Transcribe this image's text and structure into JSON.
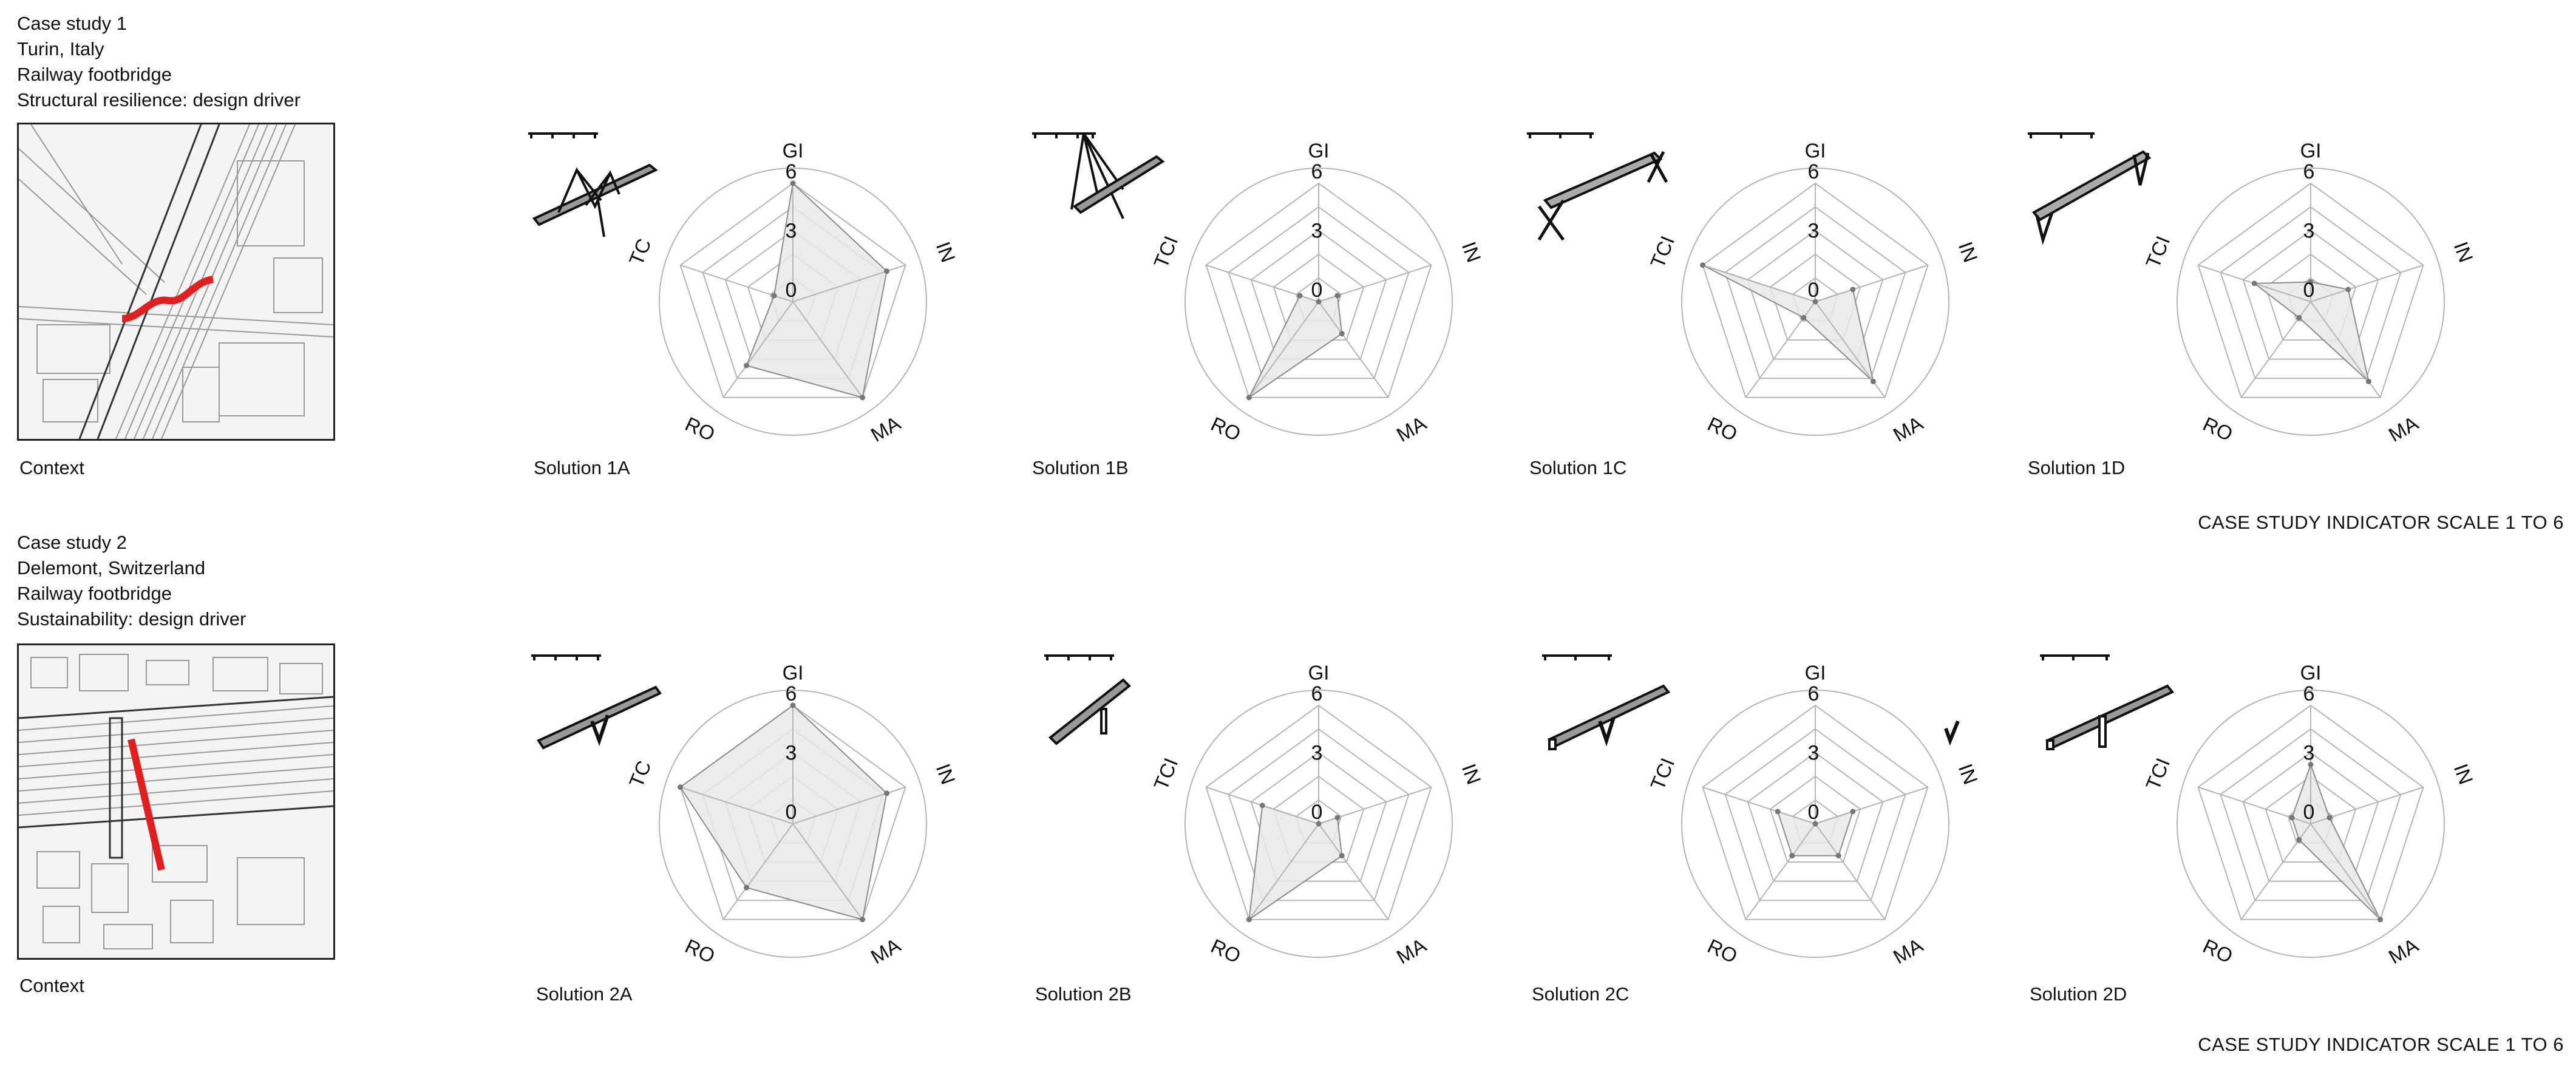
{
  "case_studies": [
    {
      "lines": [
        "Case study 1",
        "Turin, Italy",
        "Railway footbridge",
        "Structural resilience: design driver"
      ],
      "context_label": "Context",
      "scale_note": "CASE STUDY INDICATOR SCALE 1 TO 6",
      "map_route_color": "#e02020"
    },
    {
      "lines": [
        "Case study 2",
        "Delemont, Switzerland",
        "Railway footbridge",
        "Sustainability: design driver"
      ],
      "context_label": "Context",
      "scale_note": "CASE STUDY INDICATOR SCALE 1 TO 6",
      "map_route_color": "#e02020"
    }
  ],
  "chart_data": [
    {
      "type": "radar",
      "title": "Solution 1A",
      "axes": [
        "GI",
        "IN",
        "MA",
        "RO",
        "TC"
      ],
      "ticks": [
        "0",
        "3",
        "6"
      ],
      "range": [
        0,
        6
      ],
      "values": [
        6,
        5,
        6,
        4,
        1
      ]
    },
    {
      "type": "radar",
      "title": "Solution 1B",
      "axes": [
        "GI",
        "IN",
        "MA",
        "RO",
        "TCI"
      ],
      "ticks": [
        "0",
        "3",
        "6"
      ],
      "range": [
        0,
        6
      ],
      "values": [
        0,
        1,
        2,
        6,
        1
      ]
    },
    {
      "type": "radar",
      "title": "Solution 1C",
      "axes": [
        "GI",
        "IN",
        "MA",
        "RO",
        "TCI"
      ],
      "ticks": [
        "0",
        "3",
        "6"
      ],
      "range": [
        0,
        6
      ],
      "values": [
        0,
        2,
        5,
        1,
        6
      ]
    },
    {
      "type": "radar",
      "title": "Solution 1D",
      "axes": [
        "GI",
        "IN",
        "MA",
        "RO",
        "TCI"
      ],
      "ticks": [
        "0",
        "3",
        "6"
      ],
      "range": [
        0,
        6
      ],
      "values": [
        1,
        2,
        5,
        1,
        3
      ]
    },
    {
      "type": "radar",
      "title": "Solution 2A",
      "axes": [
        "GI",
        "IN",
        "MA",
        "RO",
        "TC"
      ],
      "ticks": [
        "0",
        "3",
        "6"
      ],
      "range": [
        0,
        6
      ],
      "values": [
        6,
        5,
        6,
        4,
        6
      ]
    },
    {
      "type": "radar",
      "title": "Solution 2B",
      "axes": [
        "GI",
        "IN",
        "MA",
        "RO",
        "TCI"
      ],
      "ticks": [
        "0",
        "3",
        "6"
      ],
      "range": [
        0,
        6
      ],
      "values": [
        0,
        1,
        2,
        6,
        3
      ]
    },
    {
      "type": "radar",
      "title": "Solution 2C",
      "axes": [
        "GI",
        "IN",
        "MA",
        "RO",
        "TCI"
      ],
      "ticks": [
        "0",
        "3",
        "6"
      ],
      "range": [
        0,
        6
      ],
      "values": [
        0,
        2,
        2,
        2,
        2
      ]
    },
    {
      "type": "radar",
      "title": "Solution 2D",
      "axes": [
        "GI",
        "IN",
        "MA",
        "RO",
        "TCI"
      ],
      "ticks": [
        "0",
        "3",
        "6"
      ],
      "range": [
        0,
        6
      ],
      "values": [
        3,
        1,
        6,
        1,
        1
      ]
    }
  ],
  "colors": {
    "fill": "#e9e9e9",
    "stroke": "#8c8c8c",
    "grid": "#b5b5b5",
    "point": "#777777"
  },
  "icons": [
    "cable-stayed-footbridge-icon",
    "mast-footbridge-icon",
    "x-frame-footbridge-icon",
    "v-frame-footbridge-icon",
    "girder-footbridge-icon",
    "pier-footbridge-icon",
    "truss-footbridge-icon",
    "single-pier-footbridge-icon"
  ]
}
